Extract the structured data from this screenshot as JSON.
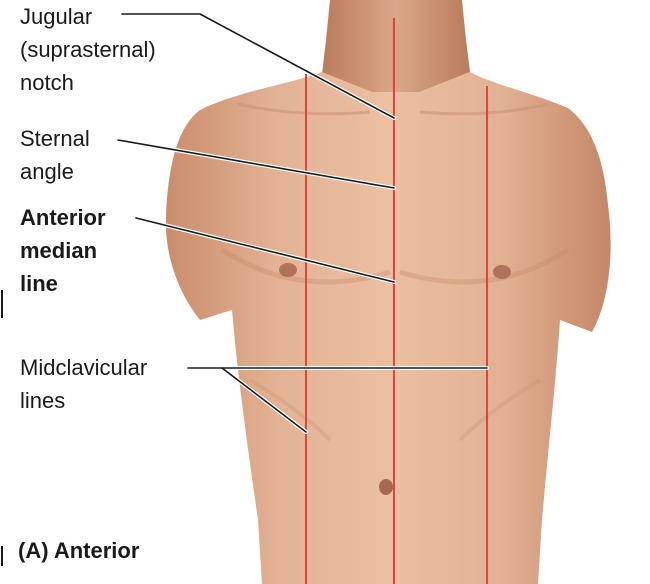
{
  "labels": {
    "jugular_notch": [
      "Jugular",
      "(suprasternal)",
      "notch"
    ],
    "sternal_angle": [
      "Sternal",
      "angle"
    ],
    "anterior_median_line": [
      "Anterior",
      "median",
      "line"
    ],
    "midclavicular_lines": [
      "Midclavicular",
      "lines"
    ]
  },
  "caption": "(A) Anterior",
  "colors": {
    "reference_line": "#e0443c",
    "leader_line": "#1a1a1a",
    "skin": "#e2ad8e",
    "skin_shadow": "#c98d6c",
    "background": "#ffffff"
  }
}
